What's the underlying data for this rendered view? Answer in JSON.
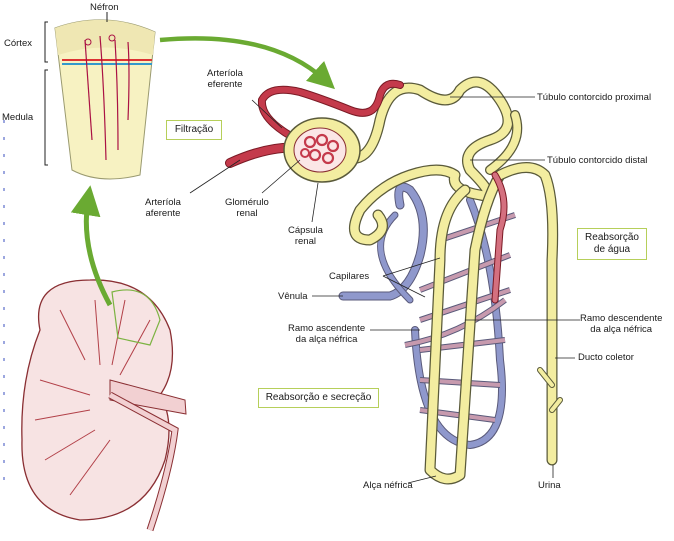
{
  "labels": {
    "nefron": "Néfron",
    "cortex": "Córtex",
    "medula": "Medula",
    "arteriola_eferente": [
      "Arteríola",
      "eferente"
    ],
    "arteriola_aferente": [
      "Arteríola",
      "aferente"
    ],
    "glomerulo_renal": [
      "Glomérulo",
      "renal"
    ],
    "capsula_renal": [
      "Cápsula",
      "renal"
    ],
    "tubulo_proximal": "Túbulo contorcido proximal",
    "tubulo_distal": "Túbulo contorcido distal",
    "capilares": "Capilares",
    "venula": "Vênula",
    "ramo_ascendente": [
      "Ramo ascendente",
      "da alça néfrica"
    ],
    "ramo_descendente": [
      "Ramo descendente",
      "da alça néfrica"
    ],
    "ducto_coletor": "Ducto coletor",
    "alca_nefrica": "Alça néfrica",
    "urina": "Urina"
  },
  "boxes": {
    "filtracao": "Filtração",
    "reabsorcao_agua": [
      "Reabsorção",
      "de água"
    ],
    "reabsorcao_secrecao": "Reabsorção e secreção"
  },
  "colors": {
    "tubule": "#f3eda0",
    "tubule_stroke": "#5a5a3a",
    "artery": "#c43a4b",
    "vein": "#8f98cc",
    "capillary": "#c79aae",
    "arrow": "#6aaa32",
    "box_border": "#b6cf5a"
  }
}
